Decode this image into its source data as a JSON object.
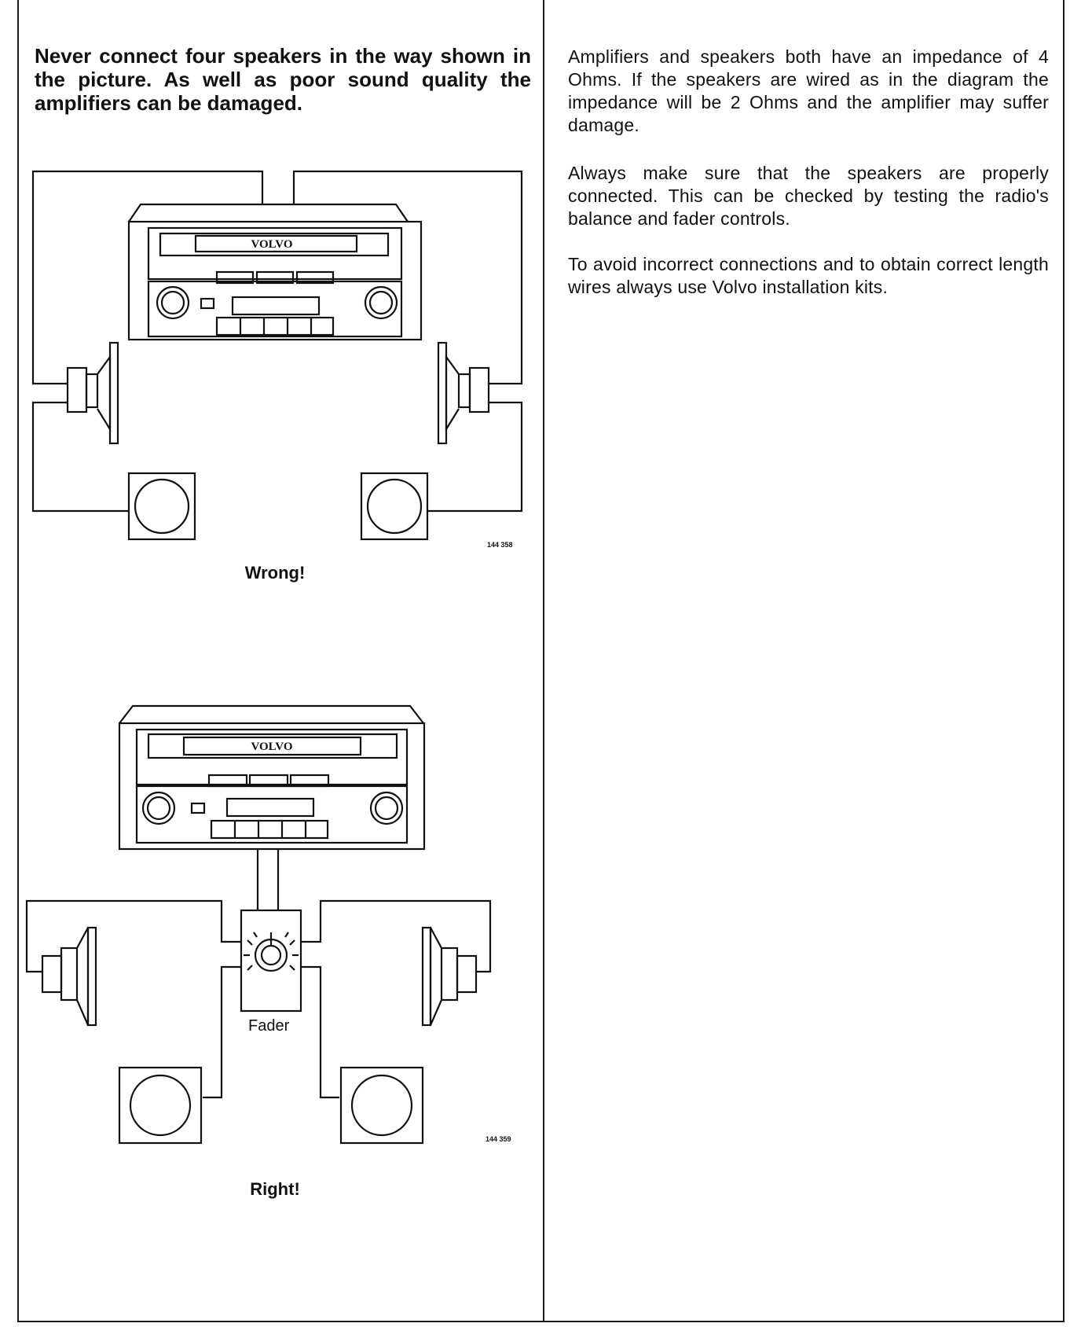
{
  "left_column": {
    "warning": "Never connect four speakers in the way shown in the picture. As well as poor sound quality the amplifiers can be damaged.",
    "diagram_wrong": {
      "radio_brand": "VOLVO",
      "figure_number": "144 358",
      "caption": "Wrong!"
    },
    "diagram_right": {
      "radio_brand": "VOLVO",
      "fader_label": "Fader",
      "figure_number": "144 359",
      "caption": "Right!"
    }
  },
  "right_column": {
    "paragraphs": [
      "Amplifiers and speakers both have an impedance of 4 Ohms. If the speakers are wired as in the diagram the impedance will be 2 Ohms and the amplifier may suffer damage.",
      "Always make sure that the speakers are properly connected. This can be checked by testing the radio's balance and fader controls.",
      "To avoid incorrect connections and to obtain correct length wires always use Volvo installation kits."
    ]
  }
}
